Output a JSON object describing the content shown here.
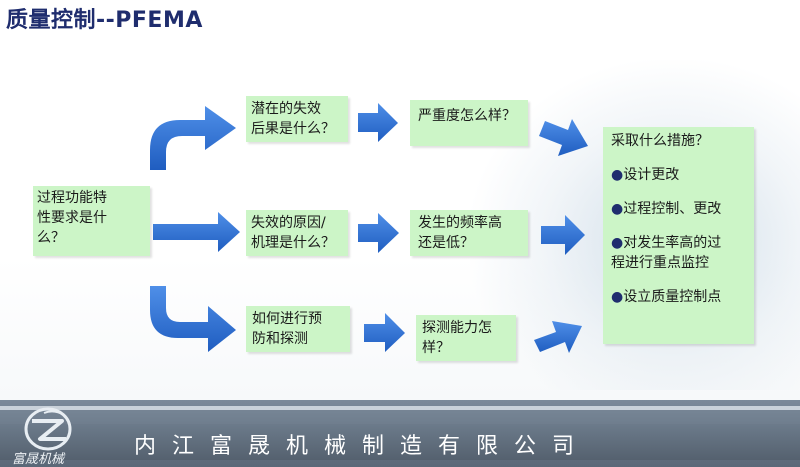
{
  "title": "质量控制--PFEMA",
  "process_box": {
    "lines": [
      "过程功能特",
      "性要求是什",
      "么？"
    ]
  },
  "row1": {
    "question": {
      "lines": [
        "潜在的失效",
        "后果是什么？"
      ]
    },
    "followup": {
      "lines": [
        "严重度怎么样？"
      ]
    }
  },
  "row2": {
    "question": {
      "lines": [
        "失效的原因/",
        "机理是什么？"
      ]
    },
    "followup": {
      "lines": [
        "发生的频率高",
        "还是低？"
      ]
    }
  },
  "row3": {
    "question": {
      "lines": [
        "如何进行预",
        "防和探测"
      ]
    },
    "followup": {
      "lines": [
        "探测能力怎",
        "样？"
      ]
    }
  },
  "measures": {
    "heading": "采取什么措施？",
    "bullet": "●",
    "items": [
      {
        "lines": [
          "设计更改"
        ]
      },
      {
        "lines": [
          "过程控制、更改"
        ]
      },
      {
        "lines": [
          "对发生率高的过",
          "程进行重点监控"
        ]
      },
      {
        "lines": [
          "设立质量控制点"
        ]
      }
    ]
  },
  "footer": {
    "company": "内江富晟机械制造有限公司",
    "logo_text": "富晟机械"
  },
  "colors": {
    "arrow": "#2f6fd0",
    "box": "#ccf5c7",
    "title": "#1f2d6e"
  }
}
